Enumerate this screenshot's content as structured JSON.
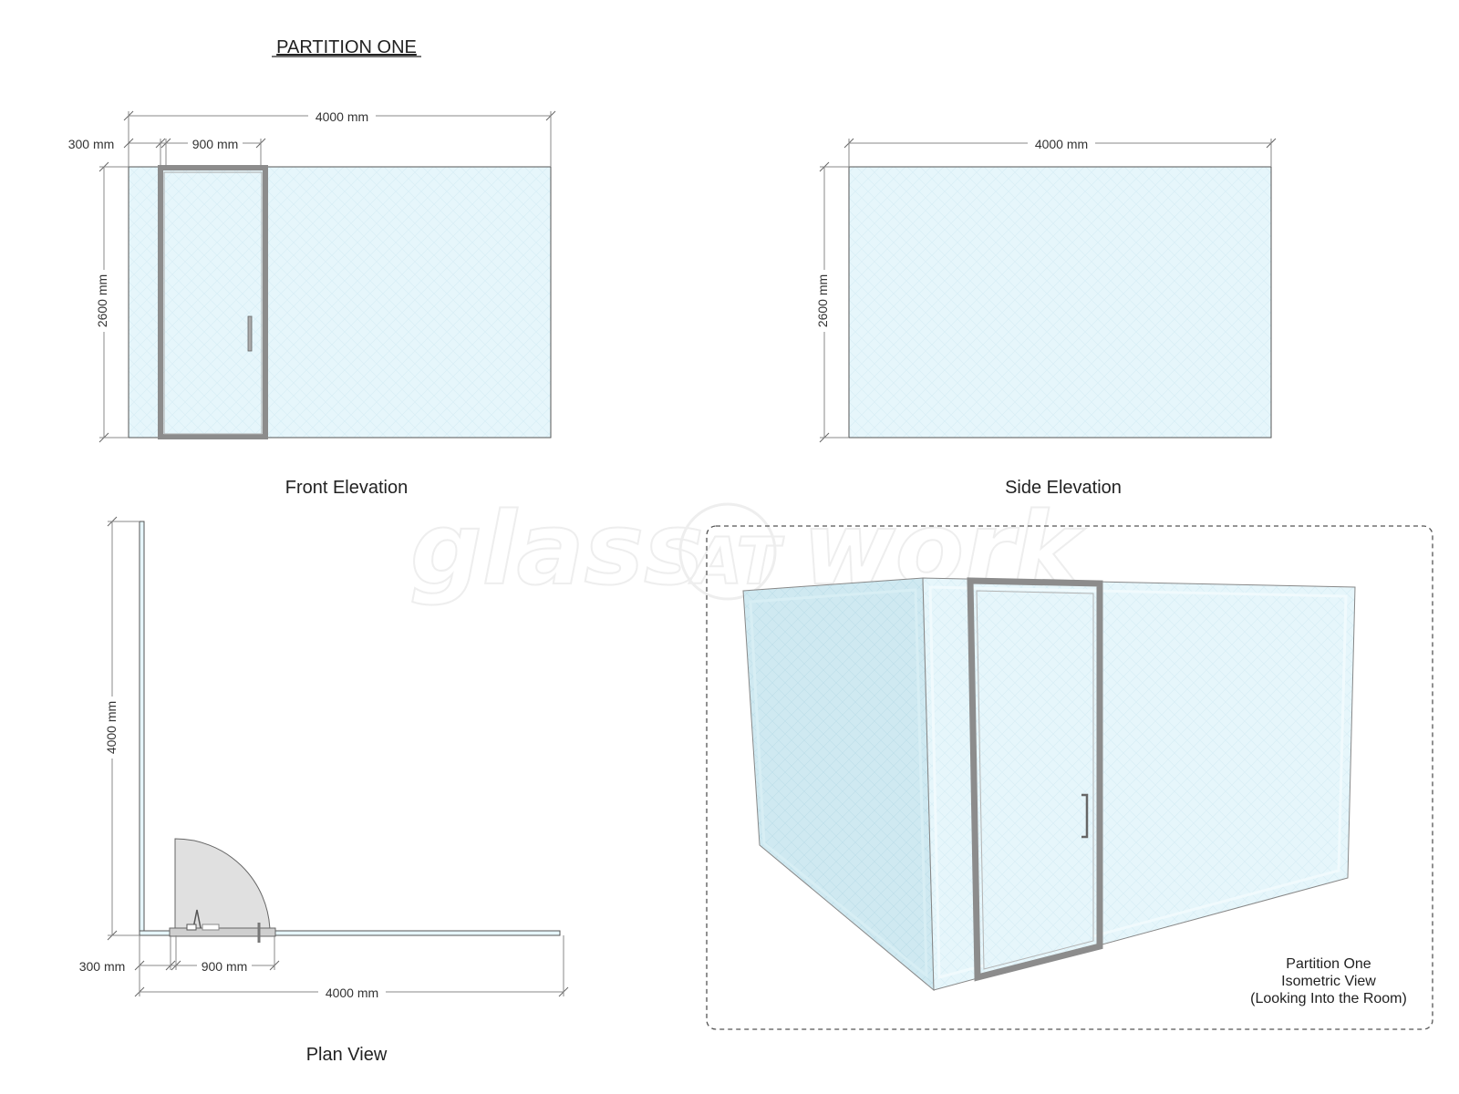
{
  "title": "PARTITION ONE",
  "watermark": {
    "left": "glass",
    "mid": "AT",
    "right": "work"
  },
  "front_elevation": {
    "caption": "Front Elevation",
    "dim_total_width": "4000 mm",
    "dim_side_panel": "300 mm",
    "dim_door": "900 mm",
    "dim_height": "2600 mm"
  },
  "side_elevation": {
    "caption": "Side Elevation",
    "dim_total_width": "4000 mm",
    "dim_height": "2600 mm"
  },
  "plan_view": {
    "caption": "Plan View",
    "dim_depth": "4000 mm",
    "dim_side_panel": "300 mm",
    "dim_door": "900 mm",
    "dim_total_width": "4000 mm"
  },
  "isometric": {
    "caption_line1": "Partition One",
    "caption_line2": "Isometric View",
    "caption_line3": "(Looking Into the Room)"
  },
  "colors": {
    "glass": "#e6f6fb",
    "glass_dark": "#cde9f1",
    "frame": "#9e9e9e",
    "outline": "#555555"
  }
}
